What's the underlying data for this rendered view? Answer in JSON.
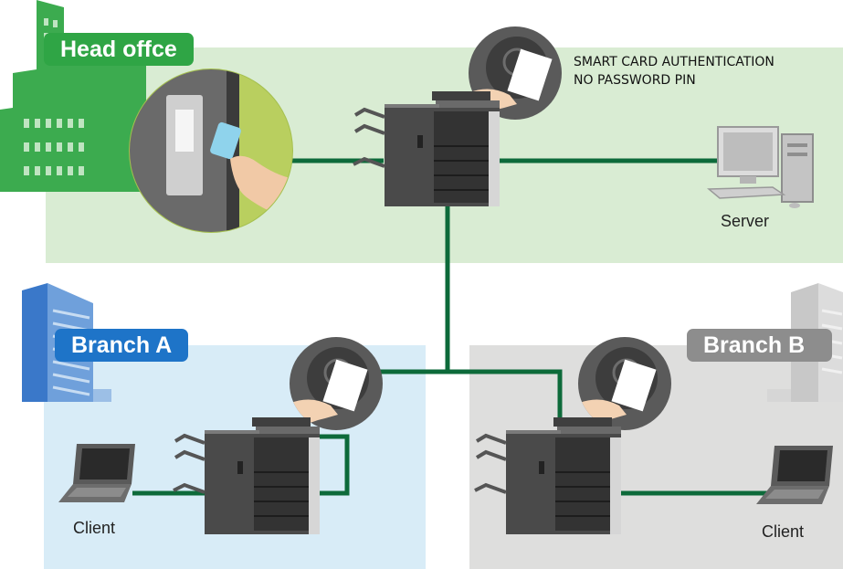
{
  "zones": {
    "head_office": {
      "label": "Head offce",
      "color": "#2fa545"
    },
    "branch_a": {
      "label": "Branch A",
      "color": "#1e74c8"
    },
    "branch_b": {
      "label": "Branch B",
      "color": "#8d8d8d"
    }
  },
  "annotation": {
    "line1": "SMART CARD AUTHENTICATION",
    "line2": "NO PASSWORD PIN"
  },
  "nodes": {
    "server": "Server",
    "client_a": "Client",
    "client_b": "Client"
  },
  "icons": [
    "office-building-icon",
    "door-card-reader-icon",
    "multifunction-printer-icon",
    "card-reader-icon",
    "server-computer-icon",
    "laptop-icon"
  ],
  "colors": {
    "network_line": "#0d6a3a"
  }
}
